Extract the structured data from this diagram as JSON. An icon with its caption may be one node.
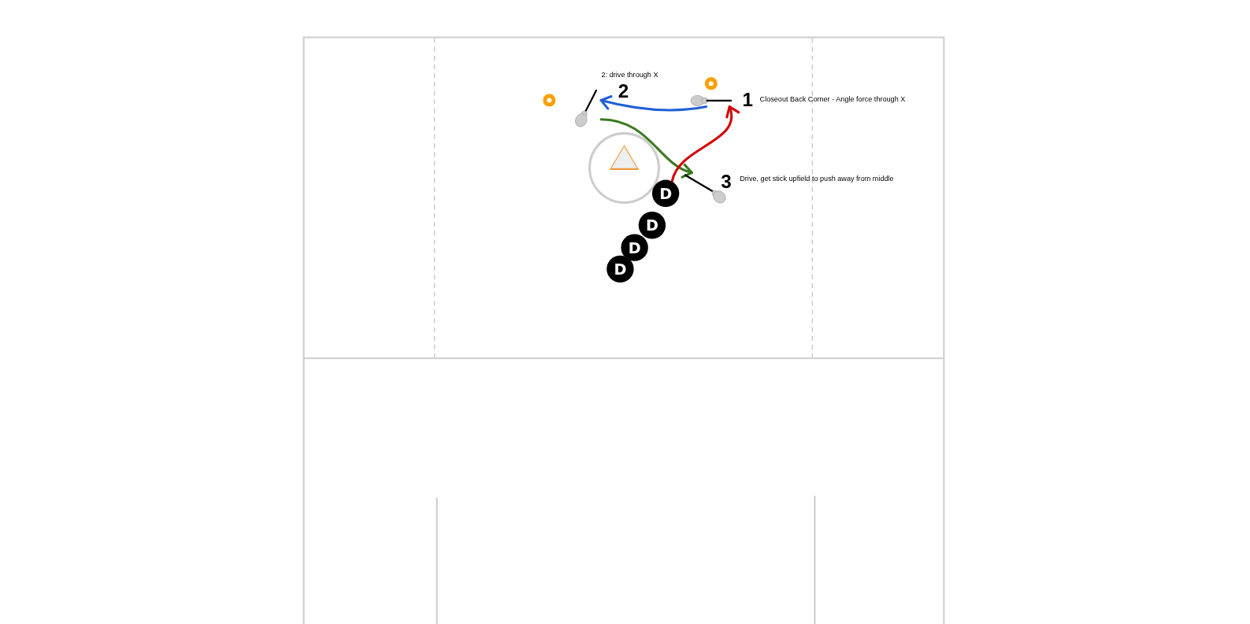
{
  "diagram": {
    "nodes": [
      {
        "text": [],
        "shape": "picture"
      },
      {
        "text": [],
        "shape": "picture"
      },
      {
        "text": [],
        "shape": "picture"
      },
      {
        "text": [
          "D"
        ]
      },
      {
        "text": [
          "D"
        ]
      },
      {
        "text": [
          "D"
        ]
      },
      {
        "text": [
          "D"
        ]
      }
    ],
    "edges": [
      {
        "from": 1,
        "to": 0,
        "arrow": "to",
        "color": "#1f5fd6"
      },
      {
        "from": 0,
        "to": 2,
        "arrow": "to",
        "color": "#3a7a1f"
      },
      {
        "from": 3,
        "to": 1,
        "arrow": "to",
        "color": "#d40000"
      }
    ],
    "labels": [
      "2: drive through X",
      "2",
      "1",
      "Closeout Back Corner - Angle force through X",
      "3",
      "Drive, get stick upfield to push away from middle"
    ]
  }
}
